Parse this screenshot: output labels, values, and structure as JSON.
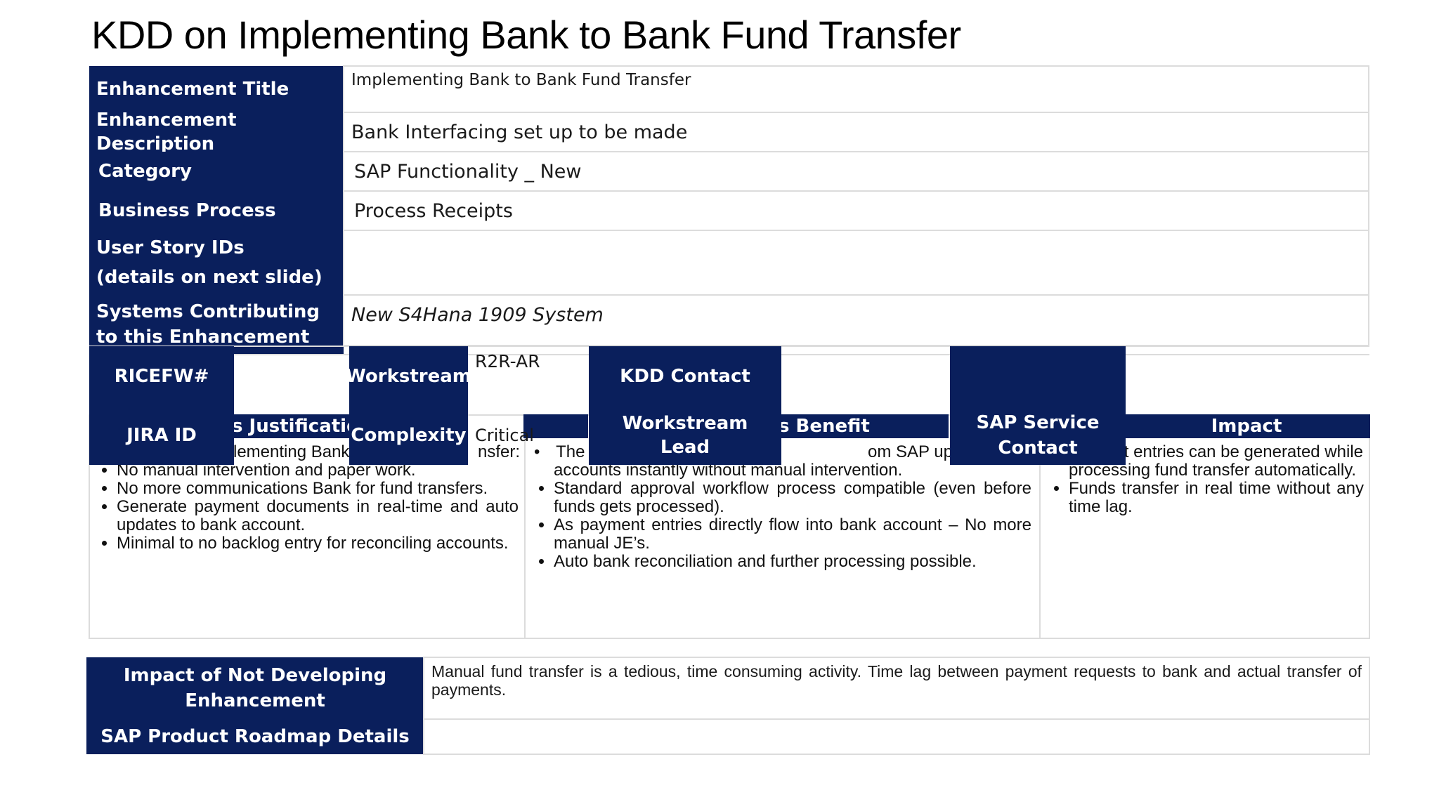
{
  "title": "KDD on Implementing Bank to Bank Fund Transfer",
  "details": {
    "enhancement_title_label": "Enhancement Title",
    "enhancement_title_value": "Implementing Bank to Bank Fund Transfer",
    "enhancement_description_label": "Enhancement Description",
    "enhancement_description_value": "Bank Interfacing set up to be made",
    "category_label": "Category",
    "category_value": "SAP Functionality _ New",
    "business_process_label": "Business Process",
    "business_process_value": "Process Receipts",
    "user_story_label_line1": "User Story IDs",
    "user_story_label_line2": "(details on next slide)",
    "user_story_value": "",
    "systems_label": "Systems Contributing to this Enhancement",
    "systems_value": "New S4Hana 1909 System"
  },
  "meta_row": {
    "ricefw_label": "RICEFW#",
    "ricefw_value": "",
    "workstream_label": "Workstream",
    "workstream_value": "R2R-AR",
    "kdd_contact_label": "KDD Contact",
    "kdd_contact_value": "",
    "blank_label": "",
    "blank_value": ""
  },
  "meta_row2": {
    "jira_label": "JIRA ID",
    "complexity_label": "Complexity",
    "complexity_value": "Critical",
    "workstream_lead_label": "Workstream Lead",
    "sap_service_contact_label": "SAP Service Contact"
  },
  "columns": {
    "justification_header": "s Justification",
    "benefit_header": "s Benefit",
    "impact_header": "Impact",
    "justification_lead": "lementing Bank",
    "justification_lead_tail": "nsfer:",
    "justification_items": [
      "No manual intervention and paper work.",
      "No more communications Bank for fund transfers.",
      "Generate payment documents in real-time and auto updates to bank account.",
      "Minimal to no backlog entry for reconciling accounts."
    ],
    "benefit_first_left": "The",
    "benefit_first_right": "om SAP updates rece",
    "benefit_first_cont": "accounts instantly without manual intervention.",
    "benefit_items": [
      "Standard approval workflow process compatible (even before funds gets processed).",
      "As payment entries directly flow into bank account – No more manual JE’s.",
      "Auto bank reconciliation and further processing possible."
    ],
    "impact_first_partial": "t entries can be generated while",
    "impact_first_cont": "processing fund transfer automatically.",
    "impact_items": [
      "Funds transfer in real time without any time lag."
    ]
  },
  "bottom": {
    "impact_label": "Impact of Not Developing Enhancement",
    "impact_value": "Manual fund transfer is a tedious, time consuming activity. Time lag between payment requests to bank and actual transfer of payments.",
    "roadmap_label": "SAP Product Roadmap Details",
    "roadmap_value": ""
  },
  "colors": {
    "header_bg": "#0a1f5c",
    "border": "#dcdcdc"
  }
}
